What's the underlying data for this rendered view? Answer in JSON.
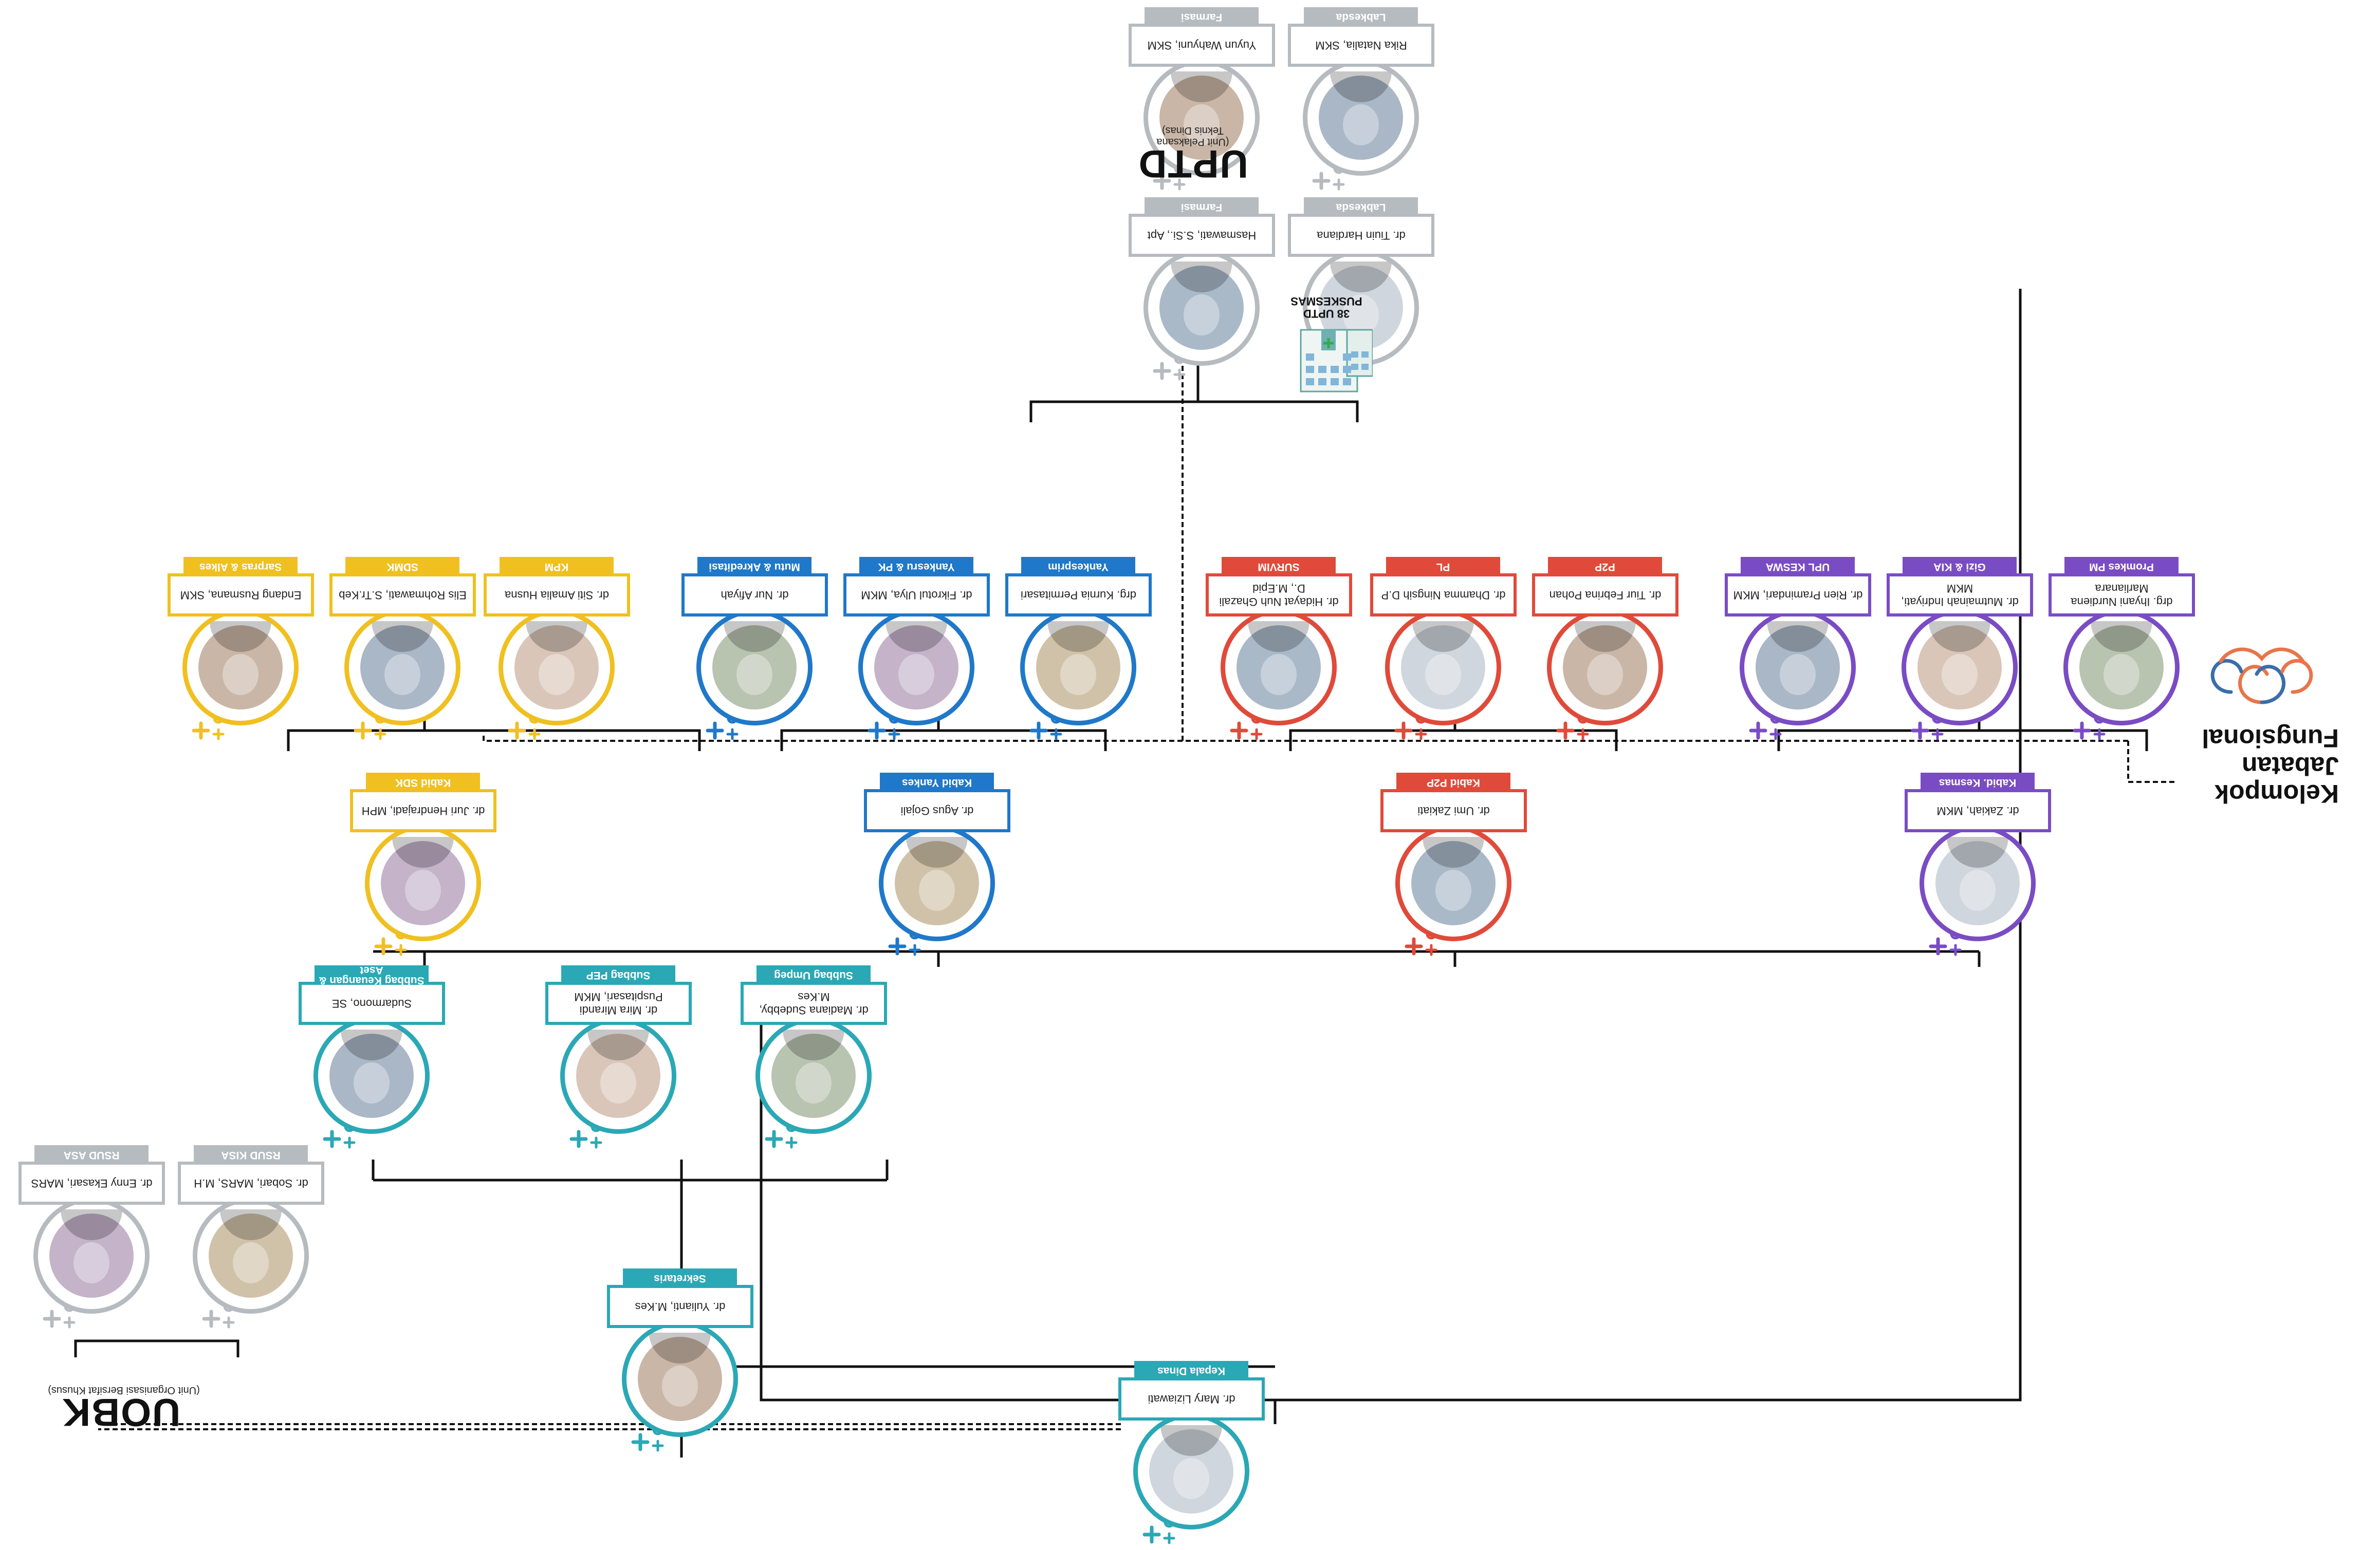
{
  "colors": {
    "teal": "#2aa8b5",
    "yellow": "#f0c020",
    "blue": "#1f78c9",
    "red": "#e04a3a",
    "purple": "#7a4cc4",
    "gray": "#b6bbc0",
    "line": "#111111"
  },
  "org": {
    "kepala": {
      "name": "dr. Mary Liziawati",
      "label": "Kepala Dinas"
    },
    "sekretaris": {
      "name": "dr. Yulianti, M.Kes",
      "label": "Sekretaris"
    },
    "subbag": [
      {
        "name": "Sudarmono, SE",
        "label": "Subbag Keuangan & Aset"
      },
      {
        "name": "dr. Mira Mirandi Puspitasari, MKM",
        "label": "Subbag PEP"
      },
      {
        "name": "dr. Madiana Sudebby, M.Kes",
        "label": "Subbag Umpeg"
      }
    ],
    "kabid": [
      {
        "name": "dr. Juri Hendrajadi, MPH",
        "label": "Kabid SDK"
      },
      {
        "name": "dr. Agus Gojali",
        "label": "Kabid Yankes"
      },
      {
        "name": "dr. Umi Zakiati",
        "label": "Kabid P2P"
      },
      {
        "name": "dr. Zakiah, MKM",
        "label": "Kabid. Kesmas"
      }
    ],
    "jf_sdk": [
      {
        "name": "Endang Rusmana, SKM",
        "label": "Sarpras & Alkes"
      },
      {
        "name": "Elis Rohmawati, S.Tr.Keb",
        "label": "SDMK"
      },
      {
        "name": "dr. Siti Amalia Husna",
        "label": "KPM"
      }
    ],
    "jf_yankes": [
      {
        "name": "dr. Nur Afiyah",
        "label": "Mutu & Akreditasi"
      },
      {
        "name": "dr. Fikrotul Ulya, MKM",
        "label": "Yankesru & PK"
      },
      {
        "name": "drg. Kurnia Permitasari",
        "label": "Yankesprim"
      }
    ],
    "jf_p2p": [
      {
        "name": "dr. Hidayat Nuh Ghazali D., M.Epid",
        "label": "SURVIM"
      },
      {
        "name": "dr. Dhamma Ningsih D.P",
        "label": "PL"
      },
      {
        "name": "dr. Tiur Febrina Pohan",
        "label": "P2P"
      }
    ],
    "jf_kesmas": [
      {
        "name": "dr. Rien Pramindari, MKM",
        "label": "UPL KESWA"
      },
      {
        "name": "dr. Mutmainah Indriyati, MKM",
        "label": "Gizi & KIA"
      },
      {
        "name": "drg. Ihyani Nurdiena Marlianara",
        "label": "Promkes PM"
      }
    ],
    "uobk": {
      "title": "UOBK",
      "subtitle": "(Unit Organisasi Bersifat Khusus)",
      "members": [
        {
          "name": "dr. Enny Ekasari, MARS",
          "label": "RSUD ASA"
        },
        {
          "name": "dr. Sobari, MARS, M.H",
          "label": "RSUD KISA"
        }
      ]
    },
    "upt": {
      "title": "UPTD",
      "subtitle": "(Unit Pelaksana Teknis Dinas)",
      "puskesmas": "38 UPTD PUSKESMAS",
      "members": [
        {
          "name": "Hasmawati, S.Si., Apt",
          "label": "Farmasi"
        },
        {
          "name": "dr. Tiuin Hardiana",
          "label": "Labkesda"
        },
        {
          "name": "Yuyun Wahyuni, SKM",
          "label": "Farmasi"
        },
        {
          "name": "Rika Natalia, SKM",
          "label": "Labkesda"
        }
      ]
    },
    "kjf": {
      "title": "Kelompok Jabatan Fungsional"
    }
  }
}
